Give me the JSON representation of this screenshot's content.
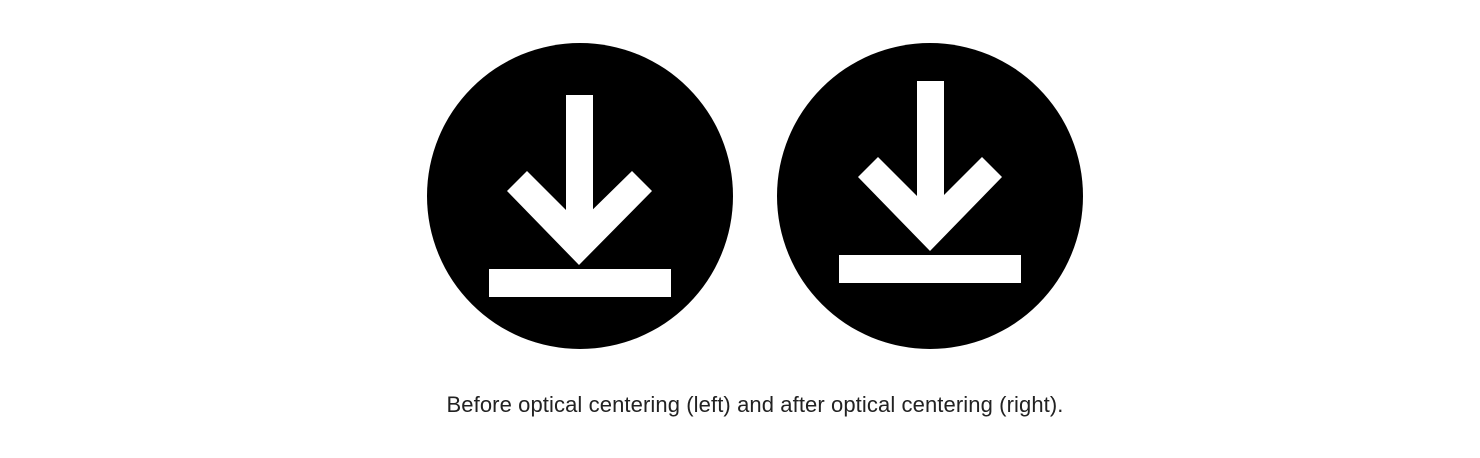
{
  "colors": {
    "circle_fill": "#000000",
    "glyph_fill": "#ffffff",
    "caption_text": "#222222",
    "background": "#ffffff"
  },
  "icons": [
    {
      "name": "download-icon",
      "variant": "before optical centering"
    },
    {
      "name": "download-icon",
      "variant": "after optical centering"
    }
  ],
  "caption": {
    "text": "Before optical centering (left) and after optical centering (right)."
  }
}
